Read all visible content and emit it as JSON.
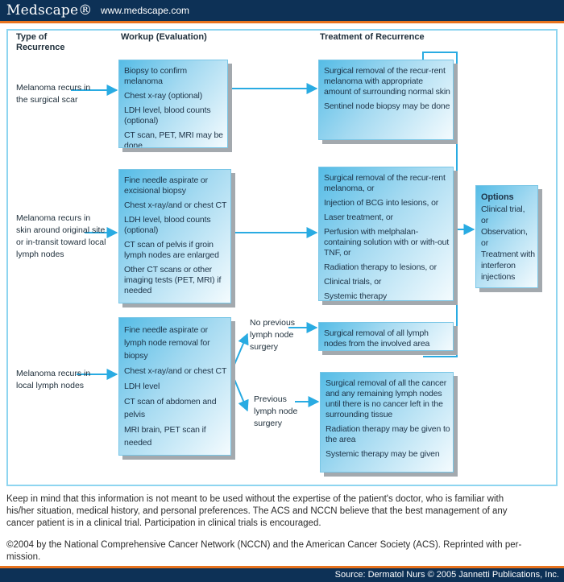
{
  "topbar": {
    "logo": "Medscape®",
    "site_url": "www.medscape.com"
  },
  "columns": {
    "type": "Type of Recurrence",
    "workup": "Workup (Evaluation)",
    "treatment": "Treatment of Recurrence"
  },
  "rows": {
    "row1": {
      "label": "Melanoma recurs in the surgical scar",
      "workup_items": [
        "Biopsy to confirm melanoma",
        "Chest x-ray (optional)",
        "LDH level, blood counts (optional)",
        "CT scan, PET, MRI may be done"
      ],
      "treatment_items": [
        "Surgical removal of the recur-rent melanoma with appropriate amount of surrounding normal skin",
        "Sentinel node biopsy may be done"
      ]
    },
    "row2": {
      "label": "Melanoma recurs in skin around original site or in-transit toward local lymph nodes",
      "workup_items": [
        "Fine needle aspirate or excisional biopsy",
        "Chest x-ray/and or chest CT",
        "LDH level, blood counts (optional)",
        "CT scan of pelvis if groin lymph nodes are enlarged",
        "Other CT scans or other imaging tests (PET, MRI) if needed"
      ],
      "treatment_items": [
        "Surgical removal of the recur-rent melanoma, or",
        "Injection of BCG into lesions, or",
        "Laser treatment, or",
        "Perfusion with melphalan-containing solution with or with-out TNF, or",
        "Radiation therapy to lesions, or",
        "Clinical trials, or",
        "Systemic therapy"
      ]
    },
    "row3": {
      "label": "Melanoma recurs in local lymph nodes",
      "workup_items": [
        "Fine needle aspirate or lymph node removal for biopsy",
        "Chest x-ray/and or chest CT",
        "LDH level",
        "CT scan of abdomen and pelvis",
        "MRI brain, PET scan if needed"
      ],
      "branch_no_previous": "No previous lymph node surgery",
      "branch_previous": "Previous lymph node surgery",
      "treatment_no_previous_items": [
        "Surgical removal of all lymph nodes from the involved area"
      ],
      "treatment_previous_items": [
        "Surgical removal of all the cancer and any remaining lymph nodes until there is no cancer left in the surrounding tissue",
        "Radiation therapy may be given to the area",
        "Systemic therapy may be given"
      ]
    }
  },
  "options_box": {
    "title": "Options",
    "lines": [
      "Clinical trial,",
      "or",
      "Observation,",
      "or",
      "Treatment with",
      "interferon",
      "injections"
    ]
  },
  "footer": {
    "disclaimer_lines": [
      "Keep in mind that this information is not meant to be used without the expertise of the patient's doctor, who is familiar with",
      "his/her situation, medical history, and personal preferences. The ACS and NCCN believe that the best management of any",
      "cancer patient is in a clinical trial. Participation in clinical trials is encouraged."
    ],
    "copyright_lines": [
      "©2004 by the National Comprehensive Cancer Network (NCCN) and the American Cancer Society (ACS). Reprinted with per-",
      "mission."
    ]
  },
  "sourcebar": {
    "text": "Source: Dermatol Nurs © 2005 Jannetti Publications, Inc."
  },
  "colors": {
    "navy": "#0d3156",
    "orange": "#e8731e",
    "arrow_cyan": "#29abe2",
    "flow_border": "#8ed5f0",
    "box_gradient_start": "#55bce6",
    "box_gradient_end": "#f4fbfe",
    "box_shadow": "#a3a9ae",
    "text_dark": "#1e3448"
  }
}
